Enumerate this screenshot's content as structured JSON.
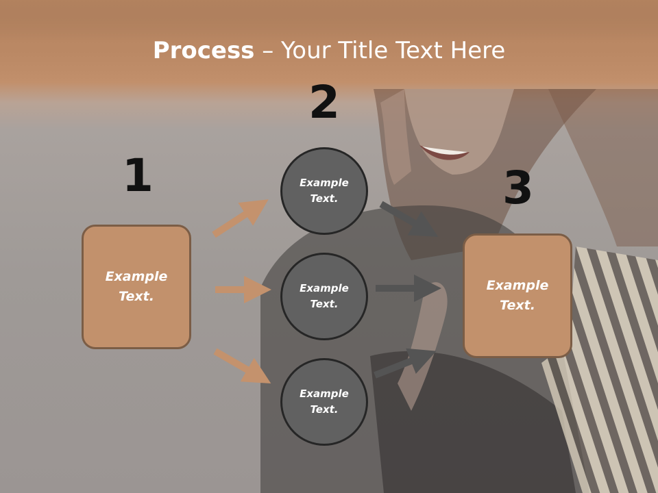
{
  "slide": {
    "title_bold": "Process",
    "title_rest": " – Your Title Text Here",
    "step_numbers": [
      "1",
      "2",
      "3"
    ],
    "left_box": "Example\nText.",
    "circles": [
      "Example\nText.",
      "Example\nText.",
      "Example\nText."
    ],
    "right_box": "Example\nText."
  },
  "colors": {
    "header": "#b98763",
    "box_fill": "#c2916c",
    "box_border": "#7b5d46",
    "circle_fill": "#616161",
    "circle_border": "#262626",
    "arrow_left": "#c4926d",
    "arrow_right": "#545454"
  },
  "background_image": "smiling woman holding striped shopping bags"
}
